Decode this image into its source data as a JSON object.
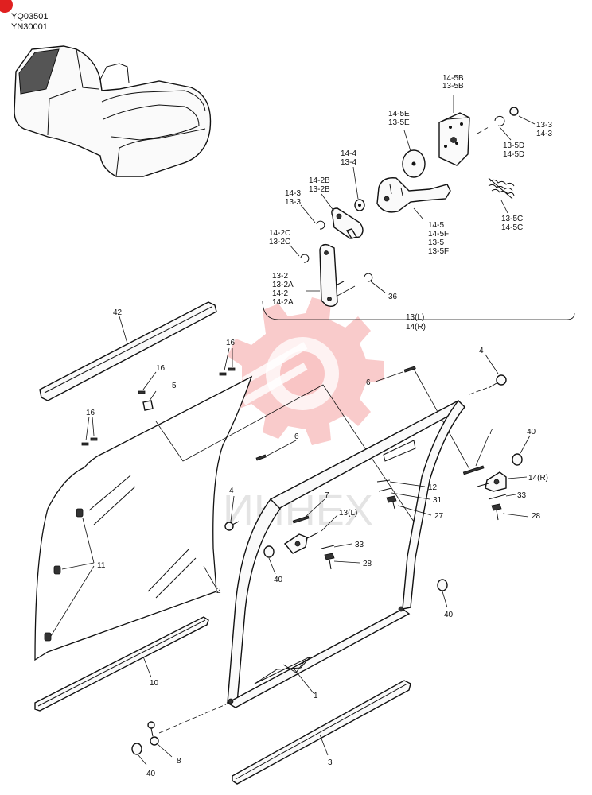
{
  "header": {
    "code_1": "YQ03501",
    "code_2": "YN30001"
  },
  "watermark": {
    "text": "ИННЕХ",
    "color": "#f4a0a0"
  },
  "callouts": {
    "c42": "42",
    "c16a": "16",
    "c16b": "16",
    "c16c": "16",
    "c5": "5",
    "c6a": "6",
    "c6b": "6",
    "c4a": "4",
    "c4b": "4",
    "c7a": "7",
    "c7b": "7",
    "c40a": "40",
    "c40b": "40",
    "c40c": "40",
    "c40d": "40",
    "c14R": "14(R)",
    "c33a": "33",
    "c33b": "33",
    "c28a": "28",
    "c28b": "28",
    "c12": "12",
    "c31": "31",
    "c27": "27",
    "c13L": "13(L)",
    "c11": "11",
    "c2": "2",
    "c10": "10",
    "c1": "1",
    "c8": "8",
    "c3": "3",
    "c36": "36",
    "g13_14_l1": "13(L)",
    "g13_14_l2": "14(R)",
    "k145B_1": "14-5B",
    "k145B_2": "13-5B",
    "k145E_1": "14-5E",
    "k145E_2": "13-5E",
    "k133r_1": "13-3",
    "k133r_2": "14-3",
    "k135D_1": "13-5D",
    "k135D_2": "14-5D",
    "k144_1": "14-4",
    "k144_2": "13-4",
    "k142B_1": "14-2B",
    "k142B_2": "13-2B",
    "k143_1": "14-3",
    "k143_2": "13-3",
    "k135C_1": "13-5C",
    "k135C_2": "14-5C",
    "k145_1": "14-5",
    "k145_2": "14-5F",
    "k145_3": "13-5",
    "k145_4": "13-5F",
    "k142C_1": "14-2C",
    "k142C_2": "13-2C",
    "k132_1": "13-2",
    "k132_2": "13-2A",
    "k132_3": "14-2",
    "k132_4": "14-2A"
  }
}
